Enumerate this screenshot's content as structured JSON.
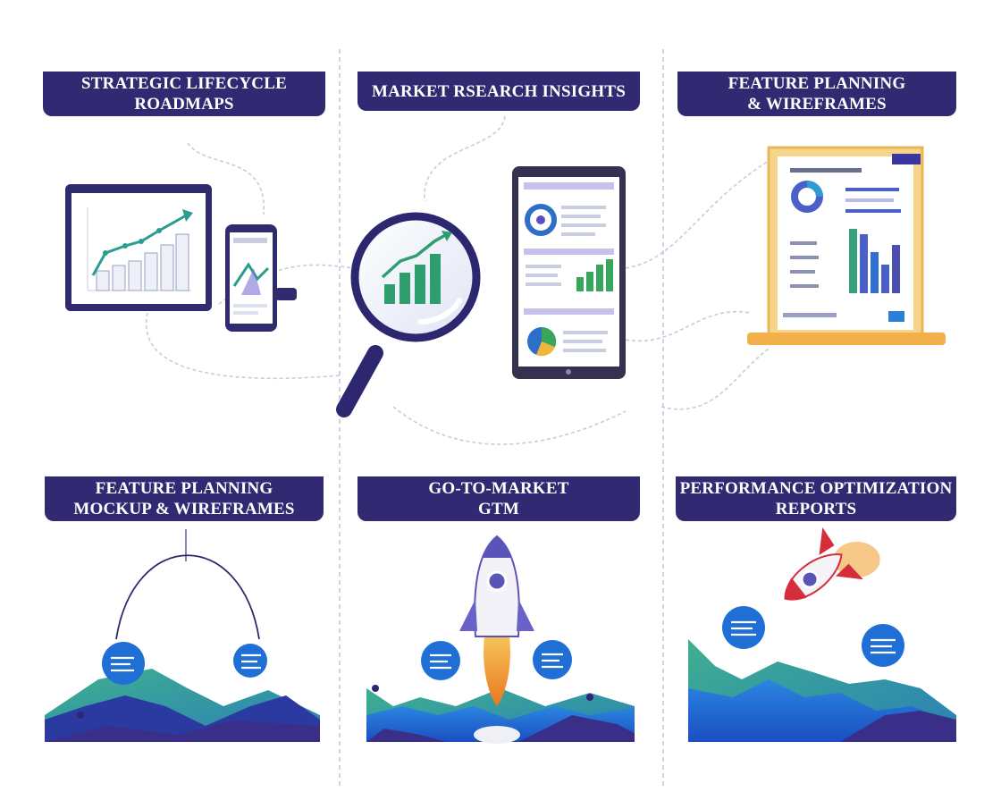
{
  "colors": {
    "navy": "#312a72",
    "purple": "#4f46b0",
    "blue": "#1f6fd6",
    "teal": "#2d9b8f",
    "green": "#3aa55d",
    "orange": "#f0a030",
    "red": "#d52d3a",
    "frame": "#f4c46a"
  },
  "panels": [
    {
      "id": "strategic",
      "title_lines": [
        "STRATEGIC LIFECYCLE",
        "ROADMAPS"
      ],
      "illustration": "tablet-and-phone-growth-chart"
    },
    {
      "id": "market",
      "title_lines": [
        "MARKET RSEARCH INSIGHTS"
      ],
      "illustration": "magnifier-and-tablet-dashboard"
    },
    {
      "id": "feature",
      "title_lines": [
        "FEATURE PLANNING",
        "& WIREFRAMES"
      ],
      "illustration": "whiteboard-wireframe-dashboard"
    },
    {
      "id": "mockup",
      "title_lines": [
        "FEATURE PLANNING",
        "MOCKUP & WIREFRAMES"
      ],
      "illustration": "arc-and-mountain-chart"
    },
    {
      "id": "gtm",
      "title_lines": [
        "GO-TO-MARKET",
        "GTM"
      ],
      "illustration": "rocket-launch-mountains"
    },
    {
      "id": "performance",
      "title_lines": [
        "PERFORMANCE OPTIMIZATION",
        "REPORTS"
      ],
      "illustration": "red-rocket-mountains"
    }
  ]
}
